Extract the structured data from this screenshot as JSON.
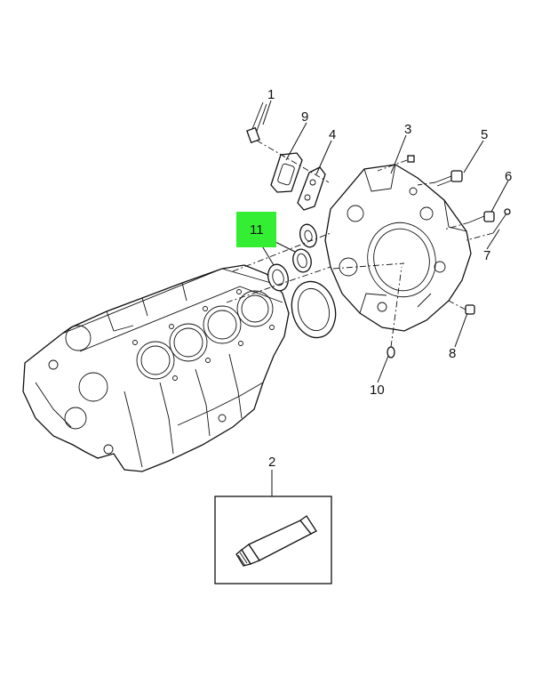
{
  "callouts": {
    "c1": "1",
    "c2": "2",
    "c3": "3",
    "c4": "4",
    "c5": "5",
    "c6": "6",
    "c7": "7",
    "c8": "8",
    "c9": "9",
    "c10": "10",
    "c11": "11"
  },
  "highlight_color": "#33ee33",
  "footer": {
    "left": "",
    "right": ""
  }
}
